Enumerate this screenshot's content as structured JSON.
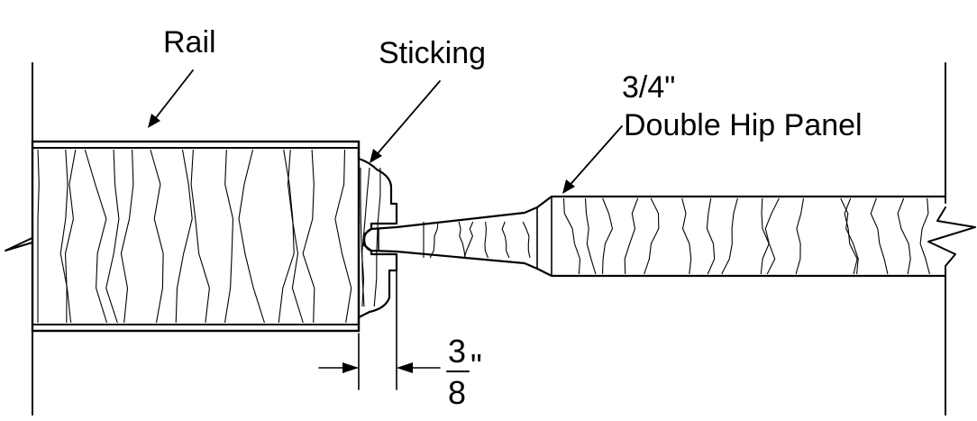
{
  "diagram": {
    "labels": {
      "rail": "Rail",
      "sticking": "Sticking",
      "panel_thickness": "3/4\"",
      "panel_name": "Double Hip Panel"
    },
    "dimension": {
      "numerator": "3",
      "denominator": "8",
      "unit": "\""
    }
  }
}
